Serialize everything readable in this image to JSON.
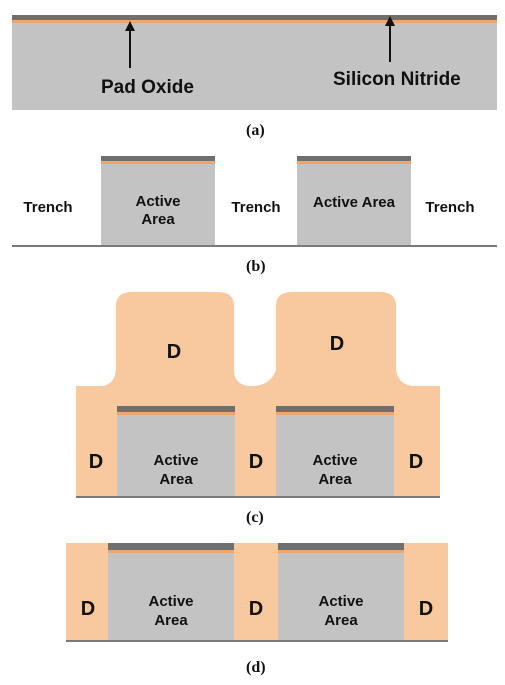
{
  "colors": {
    "silicon": "#c3c3c3",
    "pad_oxide": "#f0a56b",
    "nitride": "#6f6f6f",
    "dielectric": "#f8c89f",
    "baseline": "#7a7a7a",
    "text": "#111111"
  },
  "panel_a": {
    "pad_oxide_label": "Pad Oxide",
    "nitride_label": "Silicon Nitride",
    "caption": "(a)"
  },
  "panel_b": {
    "trench_left": "Trench",
    "active_left": [
      "Active",
      "Area"
    ],
    "trench_middle": "Trench",
    "active_right": "Active Area",
    "trench_right": "Trench",
    "caption": "(b)"
  },
  "panel_c": {
    "d_top_left": "D",
    "d_top_right": "D",
    "d_left": "D",
    "d_middle": "D",
    "d_right": "D",
    "active_left": [
      "Active",
      "Area"
    ],
    "active_right": [
      "Active",
      "Area"
    ],
    "caption": "(c)"
  },
  "panel_d": {
    "d_left": "D",
    "d_middle": "D",
    "d_right": "D",
    "active_left": [
      "Active",
      "Area"
    ],
    "active_right": [
      "Active",
      "Area"
    ],
    "caption": "(d)"
  }
}
